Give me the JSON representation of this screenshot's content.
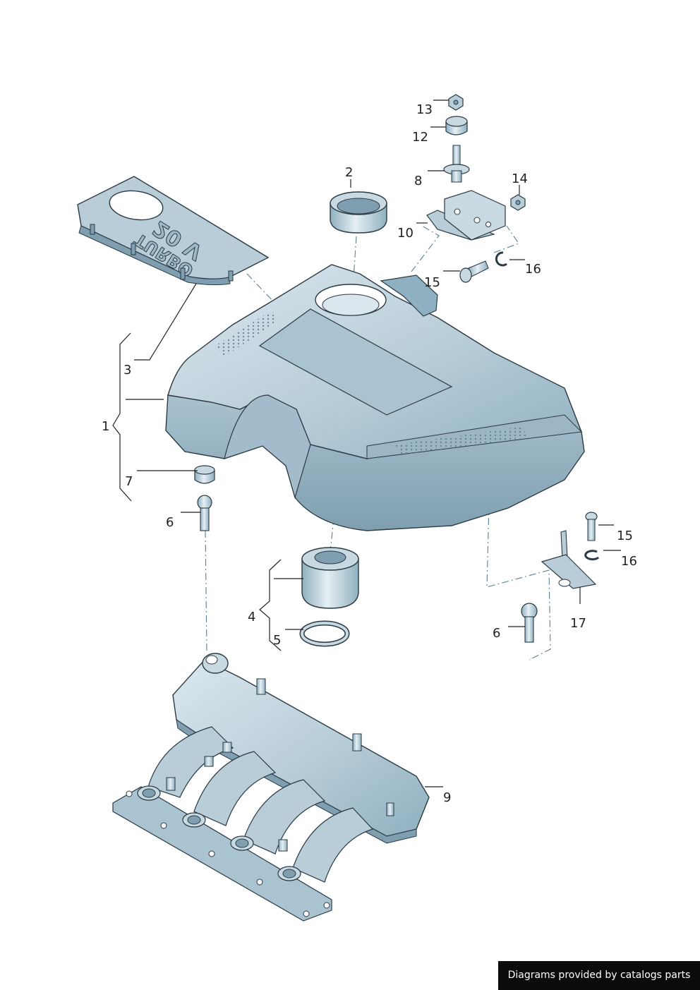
{
  "diagram": {
    "callouts": [
      "1",
      "2",
      "3",
      "4",
      "5",
      "6",
      "6",
      "7",
      "8",
      "9",
      "10",
      "12",
      "13",
      "14",
      "15",
      "15",
      "16",
      "16",
      "17"
    ],
    "badge_text": [
      "20 V",
      "TURBO"
    ],
    "colors": {
      "part_fill": "#b8cdd8",
      "part_light": "#dbe7ee",
      "part_dark": "#7f9fb0",
      "line": "#2a3a44",
      "dash": "#5b7f93"
    }
  },
  "footer": {
    "credit": "Diagrams provided by catalogs parts"
  }
}
